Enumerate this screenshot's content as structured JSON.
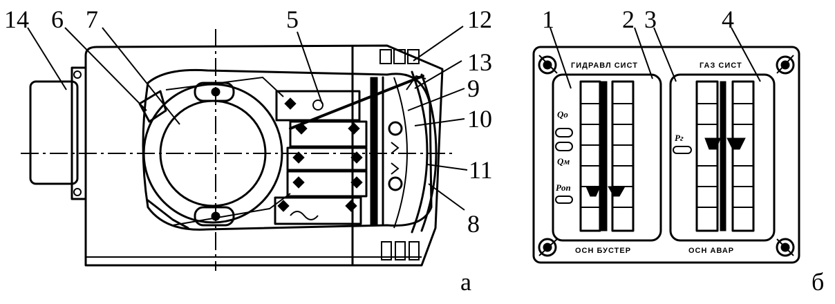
{
  "callouts": {
    "c14": "14",
    "c6": "6",
    "c7": "7",
    "c5": "5",
    "c12": "12",
    "c13": "13",
    "c9": "9",
    "c10": "10",
    "c11": "11",
    "c8": "8",
    "c1": "1",
    "c2": "2",
    "c3": "3",
    "c4": "4"
  },
  "subfig": {
    "a": "а",
    "b": "б"
  },
  "panel": {
    "top_left": "ГИДРАВЛ СИСТ",
    "top_right": "ГАЗ СИСТ",
    "bottom_left": "ОСН БУСТЕР",
    "bottom_right": "ОСН АВАР",
    "gauge_q1": "Qо",
    "gauge_q2": "Qм",
    "gauge_p1": "Pоп",
    "gauge_p2": "Pг"
  }
}
